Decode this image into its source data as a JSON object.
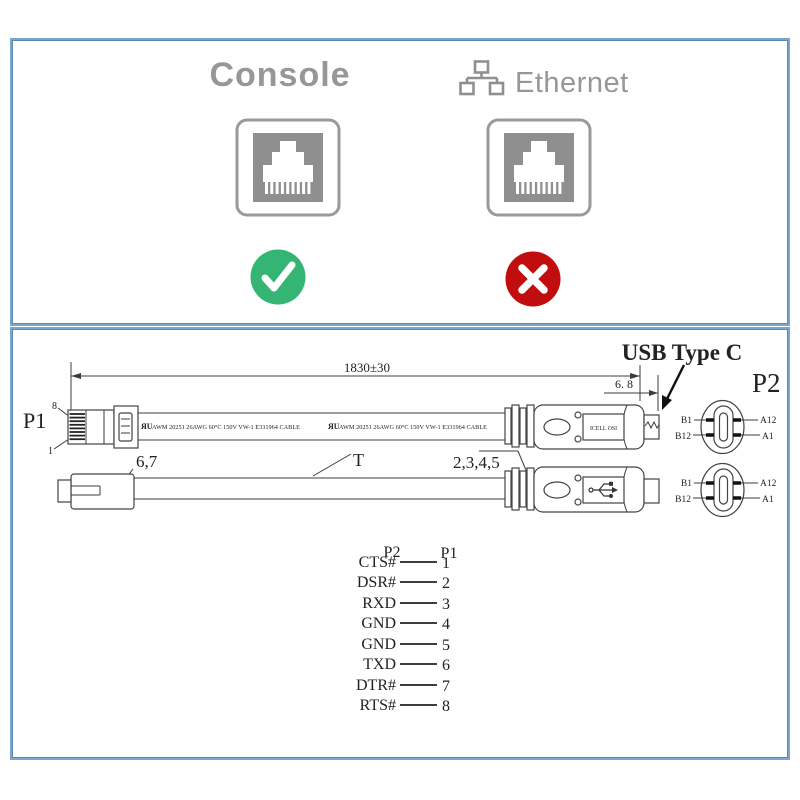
{
  "top_panel": {
    "console": {
      "label": "Console"
    },
    "ethernet": {
      "label": "Ethernet"
    },
    "check_color": "#35b574",
    "cross_color": "#c10d0e",
    "label_color": "#979797"
  },
  "diagram": {
    "title_callout": "USB Type C",
    "callout_color": "#0d72b8",
    "dim_length": "1830±30",
    "dim_tip": "6. 8",
    "p1_label": "P1",
    "p2_label": "P2",
    "pin8": "8",
    "pin1": "1",
    "wire_label_67": "6,7",
    "wire_label_t": "T",
    "wire_label_2345": "2,3,4,5",
    "ul_mark": "ЯU",
    "cable_print": "AWM 20251 26AWG 60°C 150V VW-1 E331964 CABLE",
    "connector_label": "ICELL OSI",
    "end_view_labels": {
      "b1": "B1",
      "b12": "B12",
      "a12": "A12",
      "a1": "A1"
    },
    "pin_table": {
      "header_p2": "P2",
      "header_p1": "P1",
      "rows": [
        {
          "signal": "CTS#",
          "pin": "1"
        },
        {
          "signal": "DSR#",
          "pin": "2"
        },
        {
          "signal": "RXD",
          "pin": "3"
        },
        {
          "signal": "GND",
          "pin": "4"
        },
        {
          "signal": "GND",
          "pin": "5"
        },
        {
          "signal": "TXD",
          "pin": "6"
        },
        {
          "signal": "DTR#",
          "pin": "7"
        },
        {
          "signal": "RTS#",
          "pin": "8"
        }
      ]
    }
  }
}
